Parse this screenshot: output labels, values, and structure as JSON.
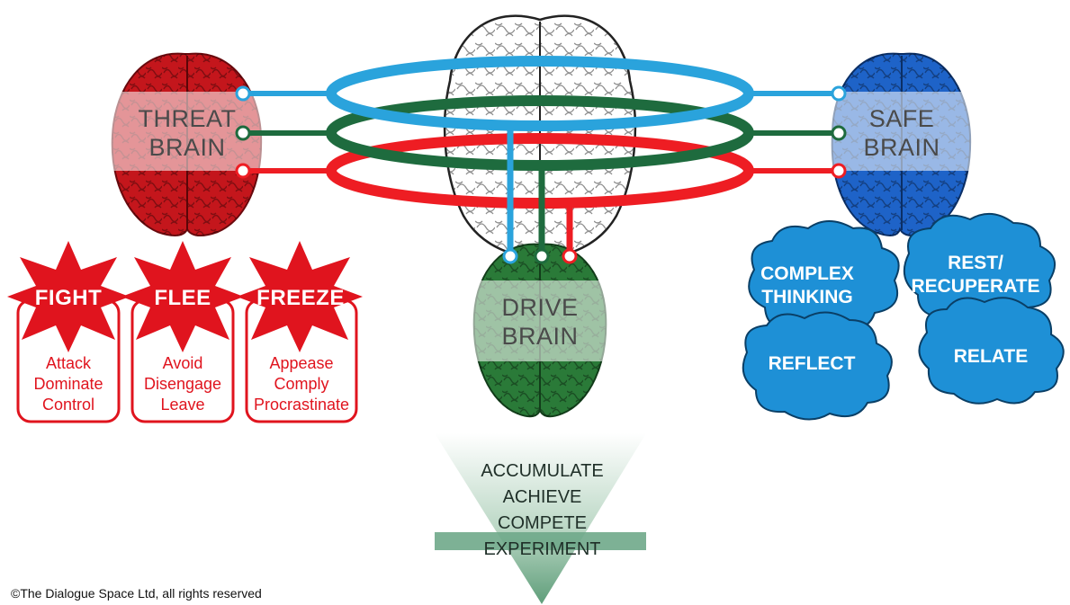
{
  "brains": {
    "threat": {
      "line1": "THREAT",
      "line2": "BRAIN",
      "color": "#c4161c"
    },
    "safe": {
      "line1": "SAFE",
      "line2": "BRAIN",
      "color": "#1e63c8"
    },
    "drive": {
      "line1": "DRIVE",
      "line2": "BRAIN",
      "color": "#2a7a38"
    }
  },
  "rings": {
    "blue": "#2aa3dc",
    "green": "#1e6b3e",
    "red": "#ee1d23"
  },
  "threat_responses": [
    {
      "title": "FIGHT",
      "lines": [
        "Attack",
        "Dominate",
        "Control"
      ]
    },
    {
      "title": "FLEE",
      "lines": [
        "Avoid",
        "Disengage",
        "Leave"
      ]
    },
    {
      "title": "FREEZE",
      "lines": [
        "Appease",
        "Comply",
        "Procrastinate"
      ]
    }
  ],
  "safe_states": [
    {
      "lines": [
        "COMPLEX",
        "THINKING"
      ]
    },
    {
      "lines": [
        "REST/",
        "RECUPERATE"
      ]
    },
    {
      "lines": [
        "REFLECT"
      ]
    },
    {
      "lines": [
        "RELATE"
      ]
    }
  ],
  "drive_outcomes": [
    "ACCUMULATE",
    "ACHIEVE",
    "COMPETE",
    "EXPERIMENT"
  ],
  "copyright": "©The Dialogue Space Ltd, all rights reserved"
}
